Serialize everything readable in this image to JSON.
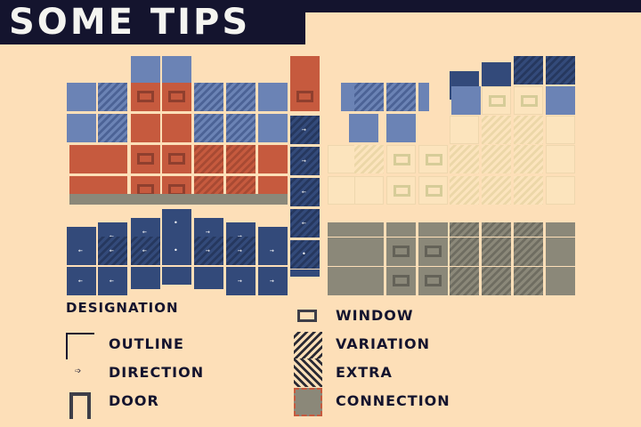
{
  "header": {
    "title": "SOME TIPS"
  },
  "colors": {
    "background": "#fddfb8",
    "title_bar": "#14142e",
    "blue": "#6b83b5",
    "dark_blue": "#334a7a",
    "red": "#c65a3e",
    "grey": "#8b8879",
    "connection": "#c65a3e"
  },
  "legend": {
    "heading": "DESIGNATION",
    "items": [
      {
        "icon": "outline-icon",
        "label": "OUTLINE"
      },
      {
        "icon": "direction-arrow-icon",
        "label": "DIRECTION",
        "glyph": "➩"
      },
      {
        "icon": "door-icon",
        "label": "DOOR"
      },
      {
        "icon": "window-icon",
        "label": "WINDOW"
      },
      {
        "icon": "variation-hatch-icon",
        "label": "VARIATION"
      },
      {
        "icon": "extra-hatch-icon",
        "label": "EXTRA"
      },
      {
        "icon": "connection-icon",
        "label": "CONNECTION"
      }
    ]
  },
  "arrows": {
    "left": "←",
    "right": "→",
    "dot": "•"
  }
}
